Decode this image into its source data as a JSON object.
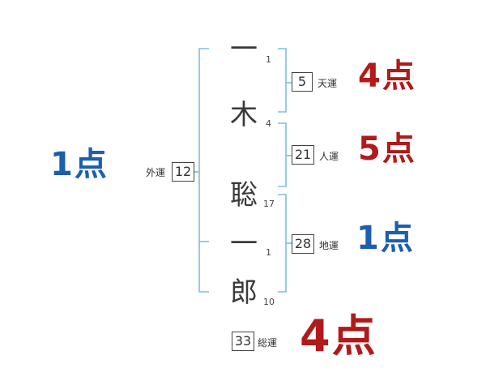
{
  "name": {
    "chars": [
      "一",
      "木",
      "聡",
      "一",
      "郎"
    ],
    "strokes": [
      "1",
      "4",
      "17",
      "1",
      "10"
    ]
  },
  "fortunes": {
    "ten": {
      "label": "天運",
      "value": "5",
      "score": "4点"
    },
    "jin": {
      "label": "人運",
      "value": "21",
      "score": "5点"
    },
    "chi": {
      "label": "地運",
      "value": "28",
      "score": "1点"
    },
    "gai": {
      "label": "外運",
      "value": "12",
      "score": "1点"
    },
    "so": {
      "label": "総運",
      "value": "33",
      "score": "4点"
    }
  },
  "colors": {
    "bracket": "#7dbde6",
    "score_good": "#b11a1a",
    "score_bad": "#1c5fae"
  }
}
